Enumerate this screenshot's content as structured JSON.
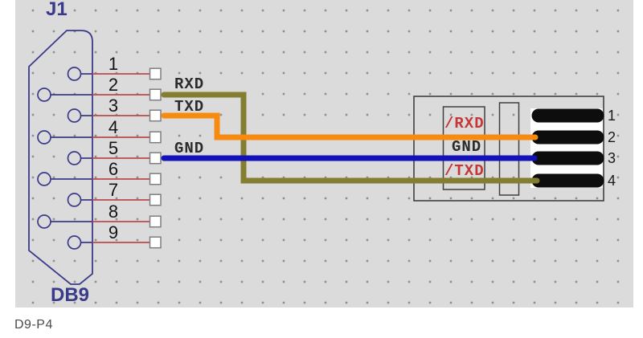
{
  "caption": "D9-P4",
  "colors": {
    "canvas_bg": "#dbdbdb",
    "symbol_navy": "#3a3a8a",
    "wire_stub_red": "#bb4a4a",
    "wire_rxd_olive": "#847e32",
    "wire_txd_orange": "#f88a10",
    "wire_gnd_blue": "#1212b8",
    "p4_pin_black": "#0d0d0d",
    "signal_label_red": "#c63636",
    "signal_label_dark": "#2b2b2b"
  },
  "db9": {
    "designator": "J1",
    "package_label": "DB9",
    "pin_numbers": [
      "1",
      "2",
      "3",
      "4",
      "5",
      "6",
      "7",
      "8",
      "9"
    ]
  },
  "wire_labels": {
    "rxd": "RXD",
    "txd": "TXD",
    "gnd": "GND"
  },
  "p4": {
    "pin_numbers": [
      "1",
      "2",
      "3",
      "4"
    ],
    "signal_labels": {
      "rxd": "/RXD",
      "gnd": "GND",
      "txd": "/TXD"
    }
  }
}
